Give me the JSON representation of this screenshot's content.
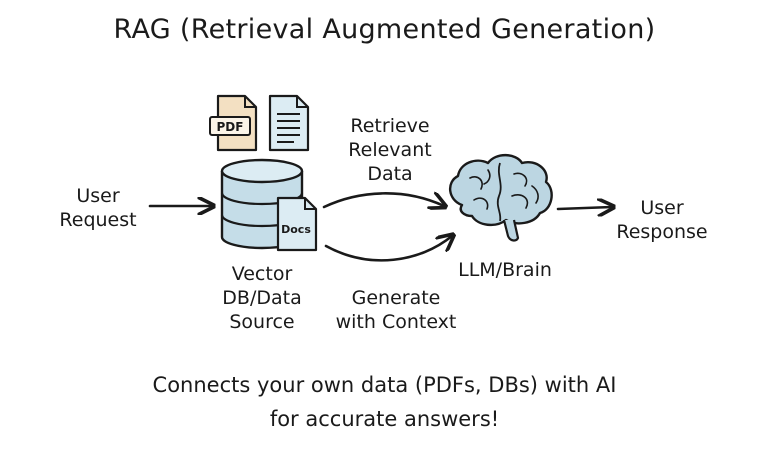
{
  "title": "RAG (Retrieval Augmented Generation)",
  "nodes": {
    "user_request": [
      "User",
      "Request"
    ],
    "vector_db": [
      "Vector",
      "DB/Data",
      "Source"
    ],
    "llm": "LLM/Brain",
    "user_response": [
      "User",
      "Response"
    ]
  },
  "edges": {
    "retrieve": [
      "Retrieve",
      "Relevant",
      "Data"
    ],
    "generate": [
      "Generate",
      "with Context"
    ]
  },
  "icons": {
    "pdf_label": "PDF",
    "docs_label": "Docs"
  },
  "caption": {
    "line1": "Connects your own data (PDFs, DBs) with AI",
    "line2": "for accurate answers!"
  },
  "colors": {
    "ink": "#1a1a1a",
    "db_fill": "#c5dde8",
    "doc_fill": "#dcecf3",
    "pdf_fill": "#f3e0c2",
    "brain_fill": "#bcd6e2"
  }
}
